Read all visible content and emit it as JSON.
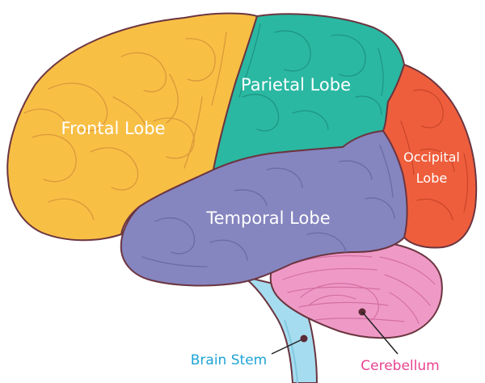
{
  "diagram": {
    "labels": {
      "frontal": "Frontal Lobe",
      "parietal": "Parietal Lobe",
      "occipital_line1": "Occipital",
      "occipital_line2": "Lobe",
      "temporal": "Temporal Lobe",
      "brainstem": "Brain Stem",
      "cerebellum": "Cerebellum"
    },
    "colors": {
      "frontal": "#f8bf45",
      "parietal": "#2ab8a2",
      "occipital": "#ef5e3c",
      "temporal": "#8585c0",
      "cerebellum": "#ef9ac6",
      "brainstem": "#a6dcef",
      "outline": "#6b3540",
      "brainstem_label": "#1fa3d6",
      "cerebellum_label": "#e8438f"
    }
  }
}
